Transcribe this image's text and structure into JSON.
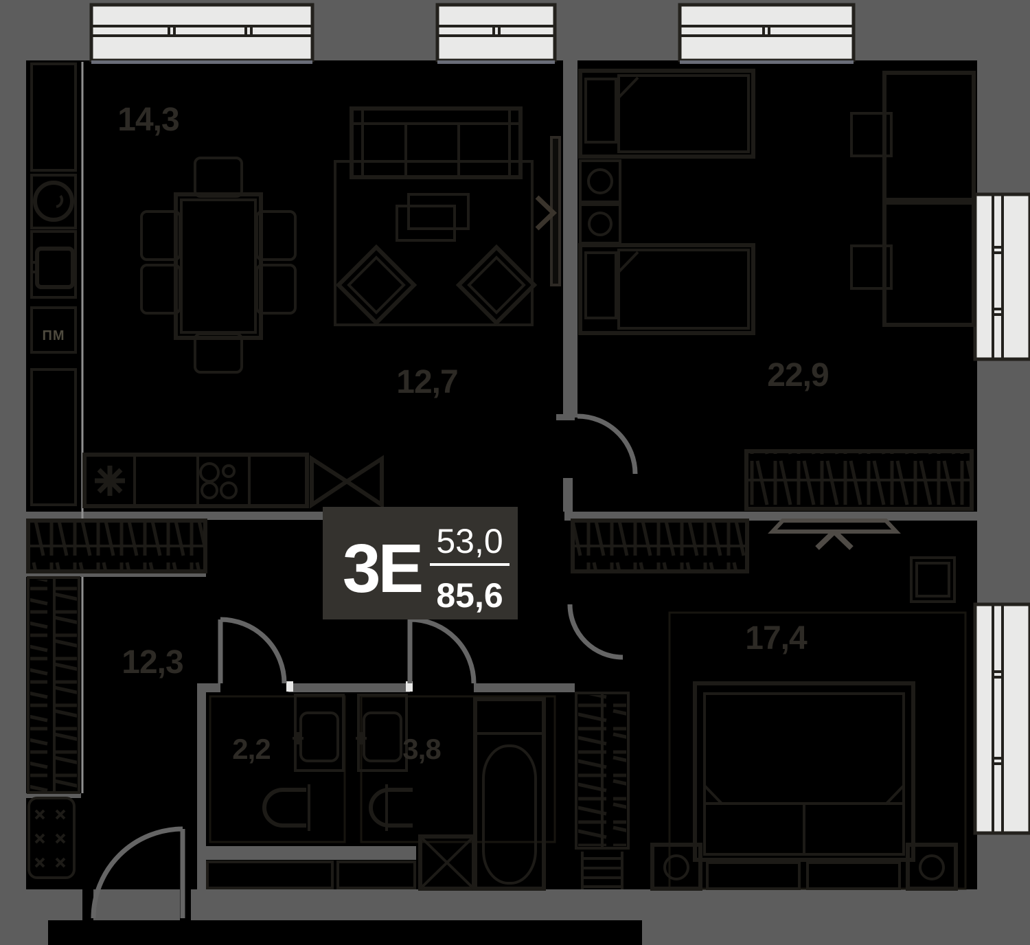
{
  "badge": {
    "unit_type": "3E",
    "area_living": "53,0",
    "area_total": "85,6"
  },
  "rooms": {
    "kitchen": {
      "name": "kitchen-dining",
      "area": "14,3"
    },
    "living": {
      "name": "living-room",
      "area": "12,7"
    },
    "bedroom": {
      "name": "bedroom-large",
      "area": "22,9"
    },
    "hallway": {
      "name": "hallway",
      "area": "12,3"
    },
    "wc": {
      "name": "wc",
      "area": "2,2"
    },
    "bathroom": {
      "name": "bathroom",
      "area": "3,8"
    },
    "master": {
      "name": "bedroom-master",
      "area": "17,4"
    }
  },
  "labels": {
    "dishwasher": "ПМ"
  },
  "colors": {
    "background": "#5d5d5d",
    "floor": "#000000",
    "furniture_line": "#1d1b17",
    "room_label": "#2d2a25",
    "badge_background": "#34322e",
    "badge_text": "#ffffff",
    "window_fill": "#e9e9e8",
    "window_frame": "#23211d",
    "door_arc": "#656565",
    "wall_accent": "#6a6d78"
  }
}
